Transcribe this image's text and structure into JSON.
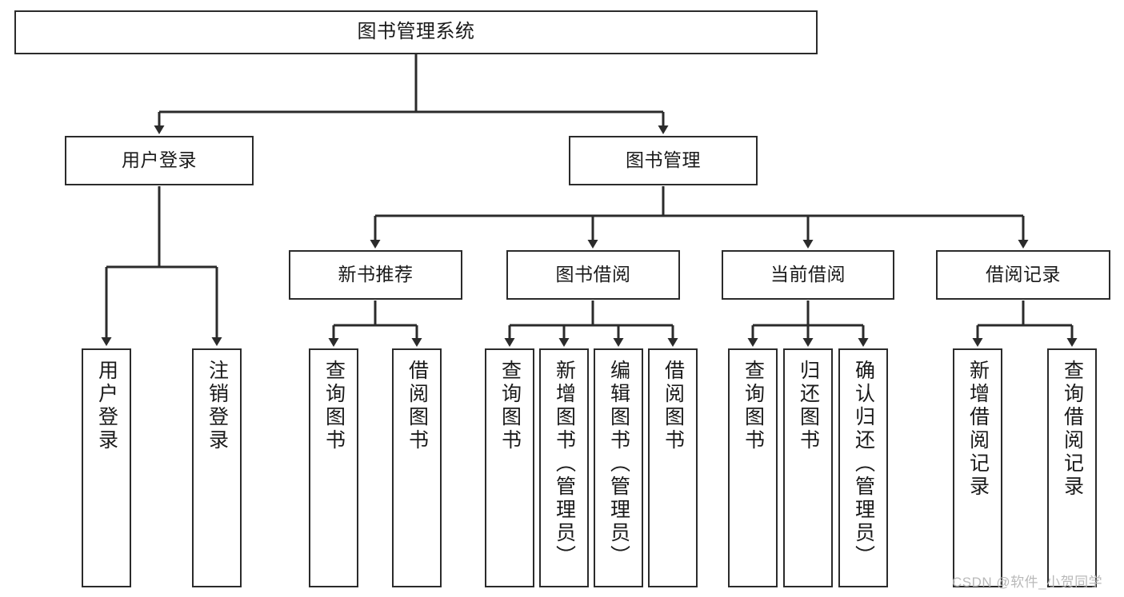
{
  "diagram": {
    "type": "tree",
    "title": "图书管理系统",
    "colors": {
      "box_border": "#2b2b2b",
      "box_fill": "#ffffff",
      "edge": "#2b2b2b",
      "text": "#1a1a1a",
      "watermark": "#b9b9b9",
      "background": "#ffffff"
    },
    "root": {
      "label": "图书管理系统"
    },
    "level2": [
      {
        "label": "用户登录"
      },
      {
        "label": "图书管理"
      }
    ],
    "level3": [
      {
        "label": "新书推荐"
      },
      {
        "label": "图书借阅"
      },
      {
        "label": "当前借阅"
      },
      {
        "label": "借阅记录"
      }
    ],
    "leaves": {
      "user_login": [
        {
          "label": "用户登录"
        },
        {
          "label": "注销登录"
        }
      ],
      "new_book_recommend": [
        {
          "label": "查询图书"
        },
        {
          "label": "借阅图书"
        }
      ],
      "book_borrow": [
        {
          "label": "查询图书"
        },
        {
          "label": "新增图书（管理员）"
        },
        {
          "label": "编辑图书（管理员）"
        },
        {
          "label": "借阅图书"
        }
      ],
      "current_borrow": [
        {
          "label": "查询图书"
        },
        {
          "label": "归还图书"
        },
        {
          "label": "确认归还（管理员）"
        }
      ],
      "borrow_record": [
        {
          "label": "新增借阅记录"
        },
        {
          "label": "查询借阅记录"
        }
      ]
    }
  },
  "watermark": {
    "text": "CSDN @软件_小贺同学"
  }
}
